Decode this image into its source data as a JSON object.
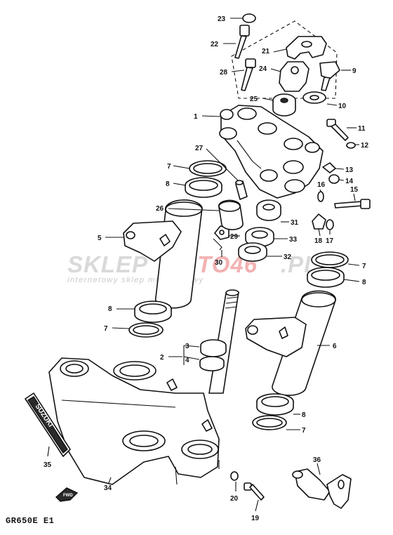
{
  "watermark": {
    "brand_part_1": "SKLEP",
    "brand_part_2": "MOTO46",
    "brand_part_3": ".PL",
    "tagline": "internetowy sklep motocyklowy"
  },
  "model_code": "GR650E E1",
  "emblem_text": "SUZUKI",
  "front_marker": "FWD",
  "callouts": {
    "c1": "1",
    "c2": "2",
    "c3": "3",
    "c4": "4",
    "c5": "5",
    "c6": "6",
    "c7a": "7",
    "c7b": "7",
    "c7c": "7",
    "c7d": "7",
    "c8a": "8",
    "c8b": "8",
    "c8c": "8",
    "c8d": "8",
    "c9": "9",
    "c10": "10",
    "c11": "11",
    "c12": "12",
    "c13": "13",
    "c14": "14",
    "c15": "15",
    "c16": "16",
    "c17": "17",
    "c18": "18",
    "c19": "19",
    "c20": "20",
    "c21": "21",
    "c22": "22",
    "c23": "23",
    "c24": "24",
    "c25": "25",
    "c26": "26",
    "c27": "27",
    "c28": "28",
    "c29": "29",
    "c30": "30",
    "c31": "31",
    "c32": "32",
    "c33": "33",
    "c34": "34",
    "c35": "35",
    "c36": "36"
  },
  "colors": {
    "line": "#111111",
    "watermark_grey": "#d9d9d9",
    "watermark_red": "#f2b2b2"
  }
}
